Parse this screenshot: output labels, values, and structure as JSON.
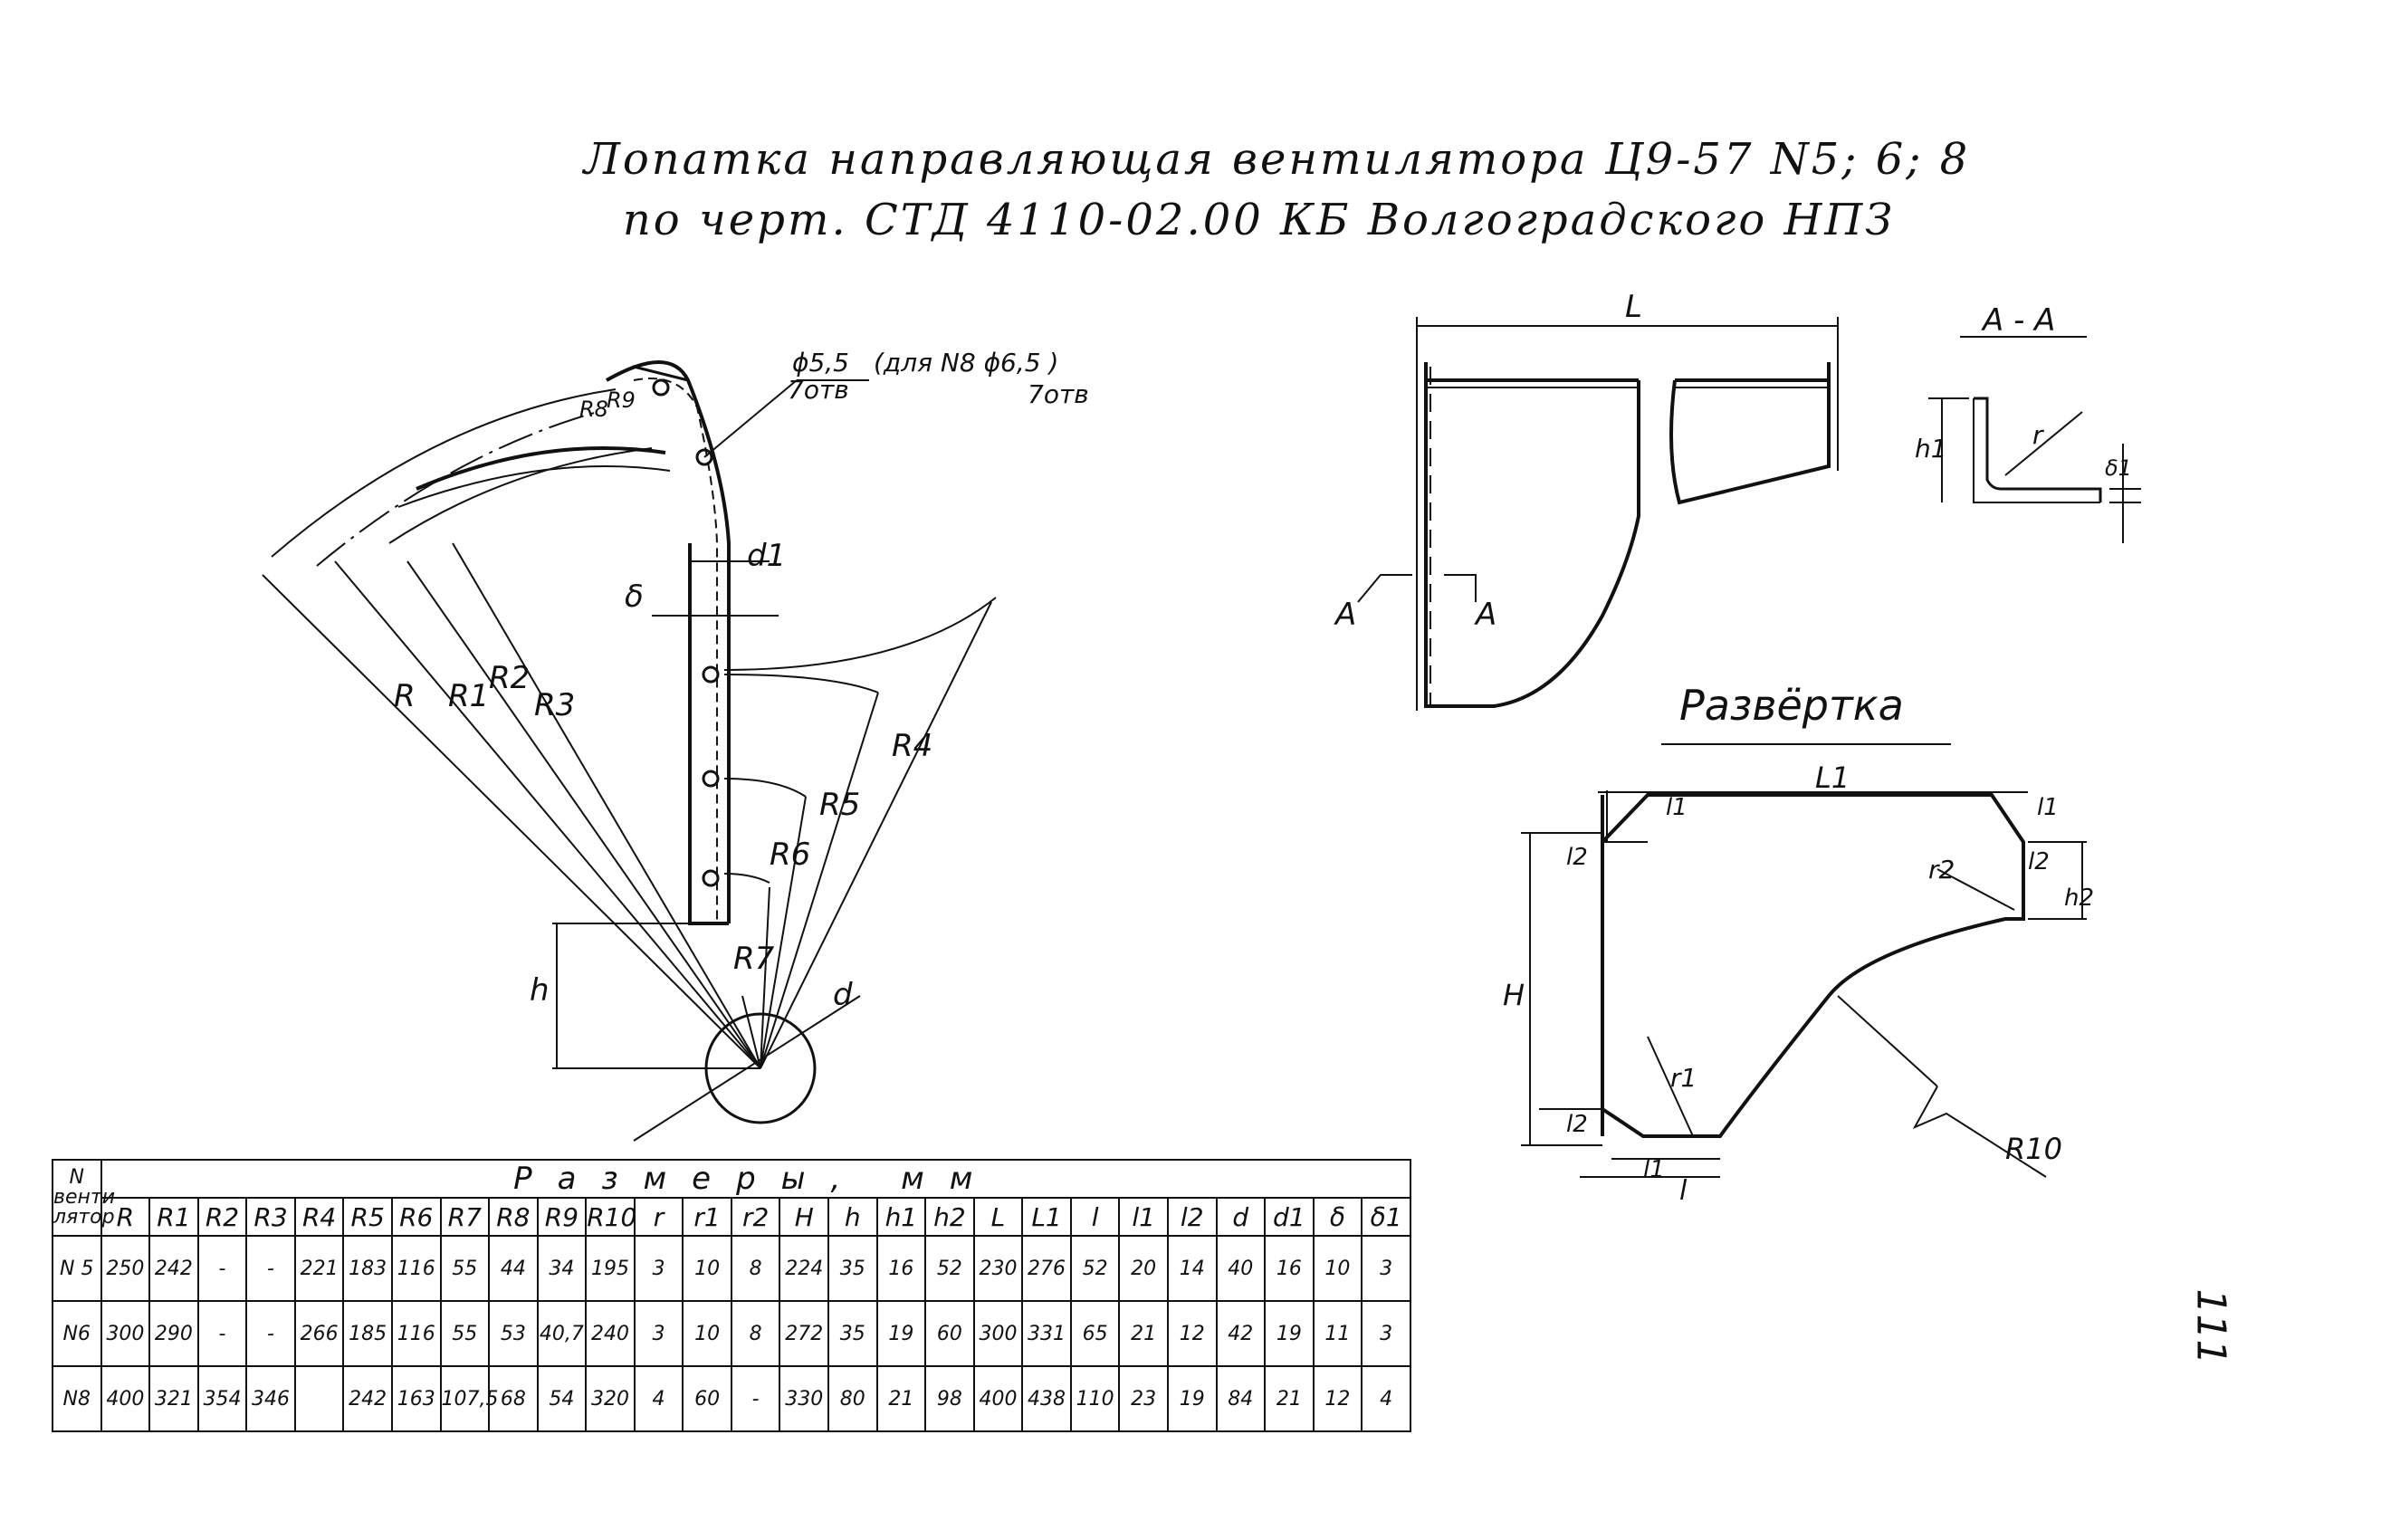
{
  "title": {
    "line1": "Лопатка направляющая вентилятора Ц9-57 N5; 6; 8",
    "line2": "по черт. СТД 4110-02.00 КБ Волгоградского НПЗ"
  },
  "side_view": {
    "labels": {
      "R": "R",
      "R1": "R1",
      "R2": "R2",
      "R3": "R3",
      "R4": "R4",
      "R5": "R5",
      "R6": "R6",
      "R7": "R7",
      "R8": "R8",
      "R9": "R9",
      "h": "h",
      "d": "d",
      "d1": "d1",
      "delta": "δ"
    },
    "hole_note": {
      "line1": "ϕ5,5",
      "line2": "7отв",
      "alt_line1": "(для N8 ϕ6,5 )",
      "alt_line2": "7отв"
    }
  },
  "front_view": {
    "L": "L",
    "section_mark": "A"
  },
  "section_view": {
    "title": "A - A",
    "h1": "h1",
    "r": "r",
    "delta1": "δ1"
  },
  "development": {
    "title": "Развёртка",
    "labels": {
      "L1": "L1",
      "l1": "l1",
      "l2": "l2",
      "h2": "h2",
      "H": "H",
      "r1": "r1",
      "r2": "r2",
      "R10": "R10",
      "l": "l"
    }
  },
  "table": {
    "corner_header": "N венти- лятор",
    "group_header": "Размеры, мм",
    "columns": [
      "R",
      "R1",
      "R2",
      "R3",
      "R4",
      "R5",
      "R6",
      "R7",
      "R8",
      "R9",
      "R10",
      "r",
      "r1",
      "r2",
      "H",
      "h",
      "h1",
      "h2",
      "L",
      "L1",
      "l",
      "l1",
      "l2",
      "d",
      "d1",
      "δ",
      "δ1"
    ],
    "rows": [
      {
        "name": "N 5",
        "values": [
          "250",
          "242",
          "-",
          "-",
          "221",
          "183",
          "116",
          "55",
          "44",
          "34",
          "195",
          "3",
          "10",
          "8",
          "224",
          "35",
          "16",
          "52",
          "230",
          "276",
          "52",
          "20",
          "14",
          "40",
          "16",
          "10",
          "3"
        ]
      },
      {
        "name": "N6",
        "values": [
          "300",
          "290",
          "-",
          "-",
          "266",
          "185",
          "116",
          "55",
          "53",
          "40,7",
          "240",
          "3",
          "10",
          "8",
          "272",
          "35",
          "19",
          "60",
          "300",
          "331",
          "65",
          "21",
          "12",
          "42",
          "19",
          "11",
          "3"
        ]
      },
      {
        "name": "N8",
        "values": [
          "400",
          "321",
          "354",
          "346",
          "",
          "242",
          "163",
          "107,5",
          "68",
          "54",
          "320",
          "4",
          "60",
          "-",
          "330",
          "80",
          "21",
          "98",
          "400",
          "438",
          "110",
          "23",
          "19",
          "84",
          "21",
          "12",
          "4"
        ]
      }
    ]
  },
  "page_number": "111"
}
